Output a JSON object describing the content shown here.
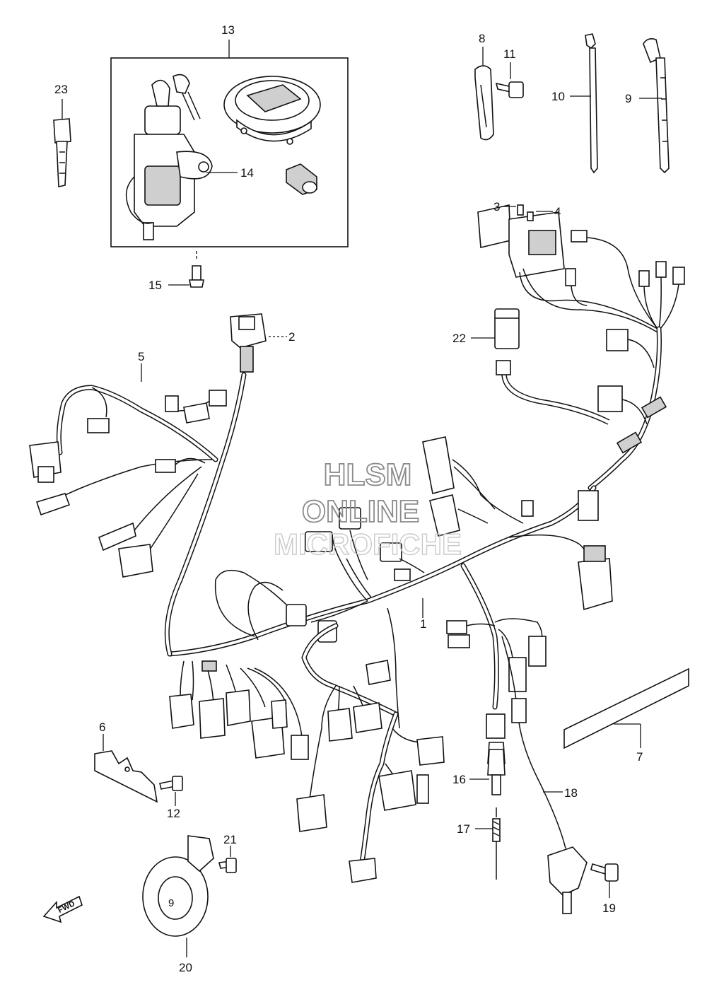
{
  "callouts": {
    "p1": "1",
    "p2": "2",
    "p3": "3",
    "p4": "4",
    "p5": "5",
    "p6": "6",
    "p7": "7",
    "p8": "8",
    "p9": "9",
    "p10": "10",
    "p11": "11",
    "p12": "12",
    "p13": "13",
    "p14": "14",
    "p15": "15",
    "p16": "16",
    "p17": "17",
    "p18": "18",
    "p19": "19",
    "p20": "20",
    "p21": "21",
    "p22": "22",
    "p23": "23"
  },
  "watermark": {
    "line1": "HLSM",
    "line2": "ONLINE",
    "line3": "MICROFICHE"
  },
  "fwd_marker": "FWD",
  "horn_mark": "9"
}
